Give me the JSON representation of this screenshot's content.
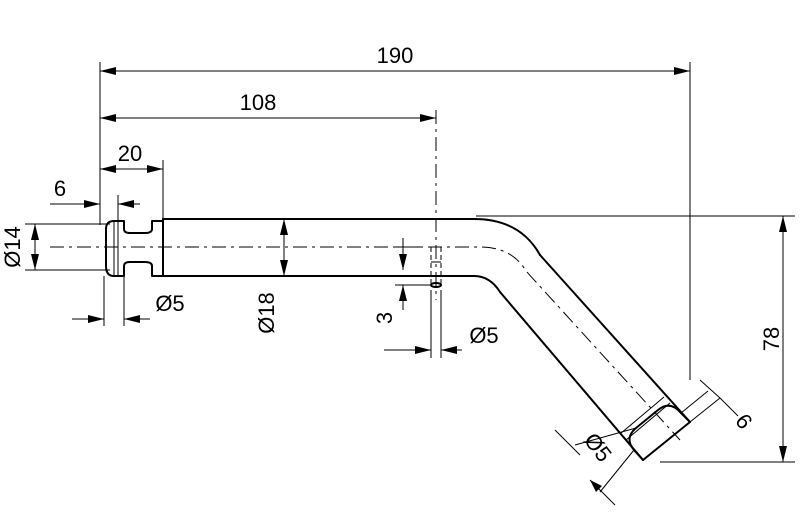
{
  "drawing": {
    "dimensions": {
      "overall_length": "190",
      "bend_position": "108",
      "groove_section": "20",
      "groove_width": "6",
      "end_diameter": "Ø14",
      "groove_diameter": "Ø5",
      "shaft_diameter": "Ø18",
      "pin_offset": "3",
      "pin_diameter": "Ø5",
      "height": "78",
      "angled_groove_width": "6",
      "angled_groove_diameter": "Ø5"
    }
  }
}
